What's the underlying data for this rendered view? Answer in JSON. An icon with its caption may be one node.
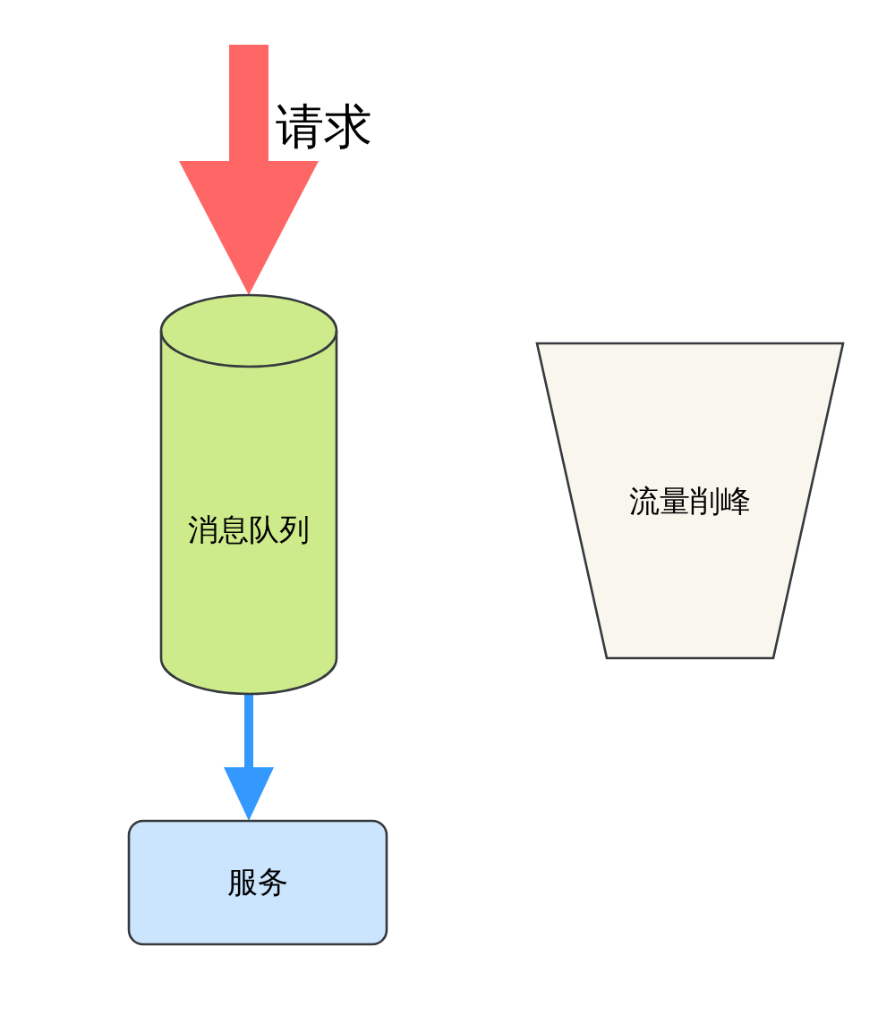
{
  "diagram": {
    "nodes": [
      {
        "text": [
          "消息队列"
        ]
      },
      {
        "text": [
          "服务"
        ]
      },
      {
        "text": [
          "流量削峰"
        ]
      }
    ],
    "edges": [
      {
        "from": null,
        "to": 0,
        "arrow": "to",
        "label": "请求",
        "style": "thick",
        "color": "#ff6666"
      },
      {
        "from": 0,
        "to": 1,
        "arrow": "to",
        "color": "#3399ff"
      }
    ]
  }
}
